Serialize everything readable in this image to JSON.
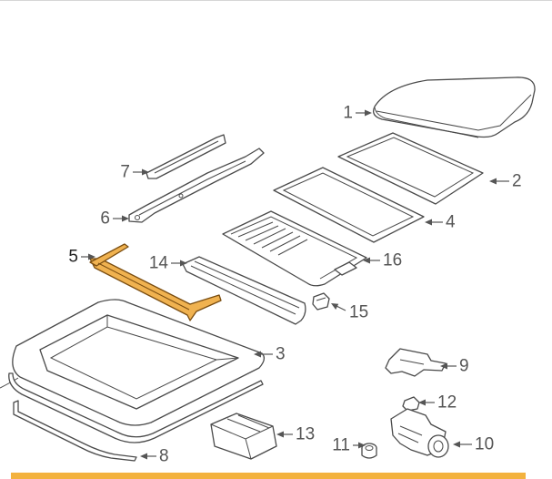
{
  "callouts": {
    "c1": "1",
    "c2": "2",
    "c3": "3",
    "c4": "4",
    "c5": "5",
    "c6": "6",
    "c7": "7",
    "c8": "8",
    "c9": "9",
    "c10": "10",
    "c11": "11",
    "c12": "12",
    "c13": "13",
    "c14": "14",
    "c15": "15",
    "c16": "16"
  },
  "highlighted_part": "5",
  "colors": {
    "highlight_fill": "#f0b250",
    "line": "#4a4a4a",
    "label": "#555555",
    "highlight_label": "#222222",
    "accent_bar": "#f3b23e"
  }
}
